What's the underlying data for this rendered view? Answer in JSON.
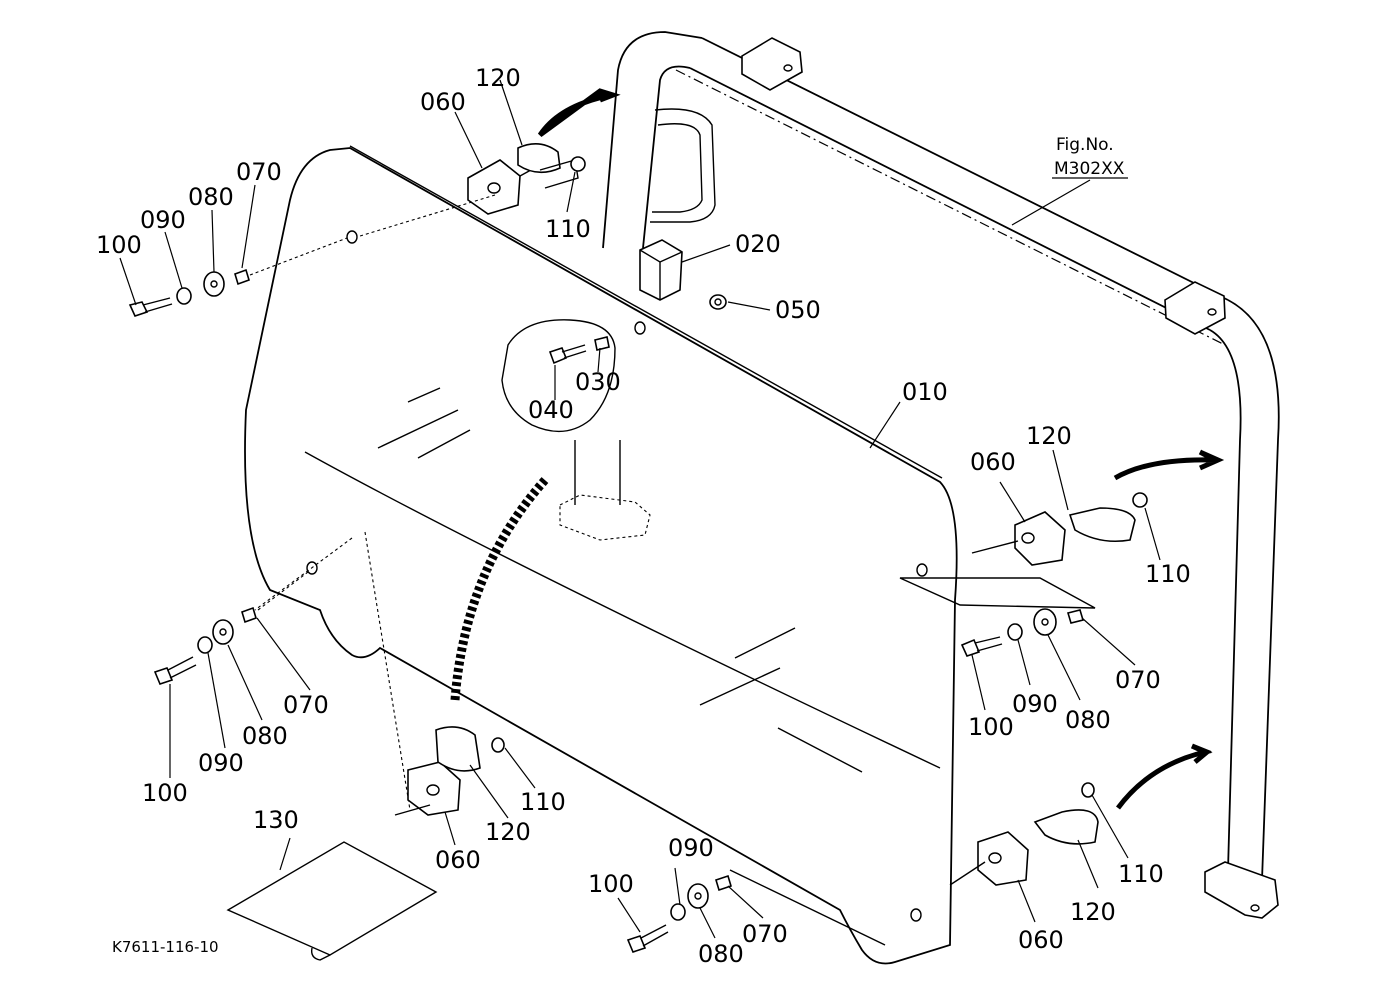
{
  "figure_ref": {
    "line1": "Fig.No.",
    "line2": "M302XX"
  },
  "drawing_code": "K7611-116-10",
  "callouts": [
    {
      "id": "010",
      "text": "010"
    },
    {
      "id": "020",
      "text": "020"
    },
    {
      "id": "030",
      "text": "030"
    },
    {
      "id": "040",
      "text": "040"
    },
    {
      "id": "050",
      "text": "050"
    },
    {
      "id": "060a",
      "text": "060"
    },
    {
      "id": "060b",
      "text": "060"
    },
    {
      "id": "060c",
      "text": "060"
    },
    {
      "id": "060d",
      "text": "060"
    },
    {
      "id": "070a",
      "text": "070"
    },
    {
      "id": "070b",
      "text": "070"
    },
    {
      "id": "070c",
      "text": "070"
    },
    {
      "id": "070d",
      "text": "070"
    },
    {
      "id": "080a",
      "text": "080"
    },
    {
      "id": "080b",
      "text": "080"
    },
    {
      "id": "080c",
      "text": "080"
    },
    {
      "id": "080d",
      "text": "080"
    },
    {
      "id": "090a",
      "text": "090"
    },
    {
      "id": "090b",
      "text": "090"
    },
    {
      "id": "090c",
      "text": "090"
    },
    {
      "id": "090d",
      "text": "090"
    },
    {
      "id": "100a",
      "text": "100"
    },
    {
      "id": "100b",
      "text": "100"
    },
    {
      "id": "100c",
      "text": "100"
    },
    {
      "id": "100d",
      "text": "100"
    },
    {
      "id": "110a",
      "text": "110"
    },
    {
      "id": "110b",
      "text": "110"
    },
    {
      "id": "110c",
      "text": "110"
    },
    {
      "id": "110d",
      "text": "110"
    },
    {
      "id": "120a",
      "text": "120"
    },
    {
      "id": "120b",
      "text": "120"
    },
    {
      "id": "120c",
      "text": "120"
    },
    {
      "id": "120d",
      "text": "120"
    },
    {
      "id": "130",
      "text": "130"
    }
  ]
}
